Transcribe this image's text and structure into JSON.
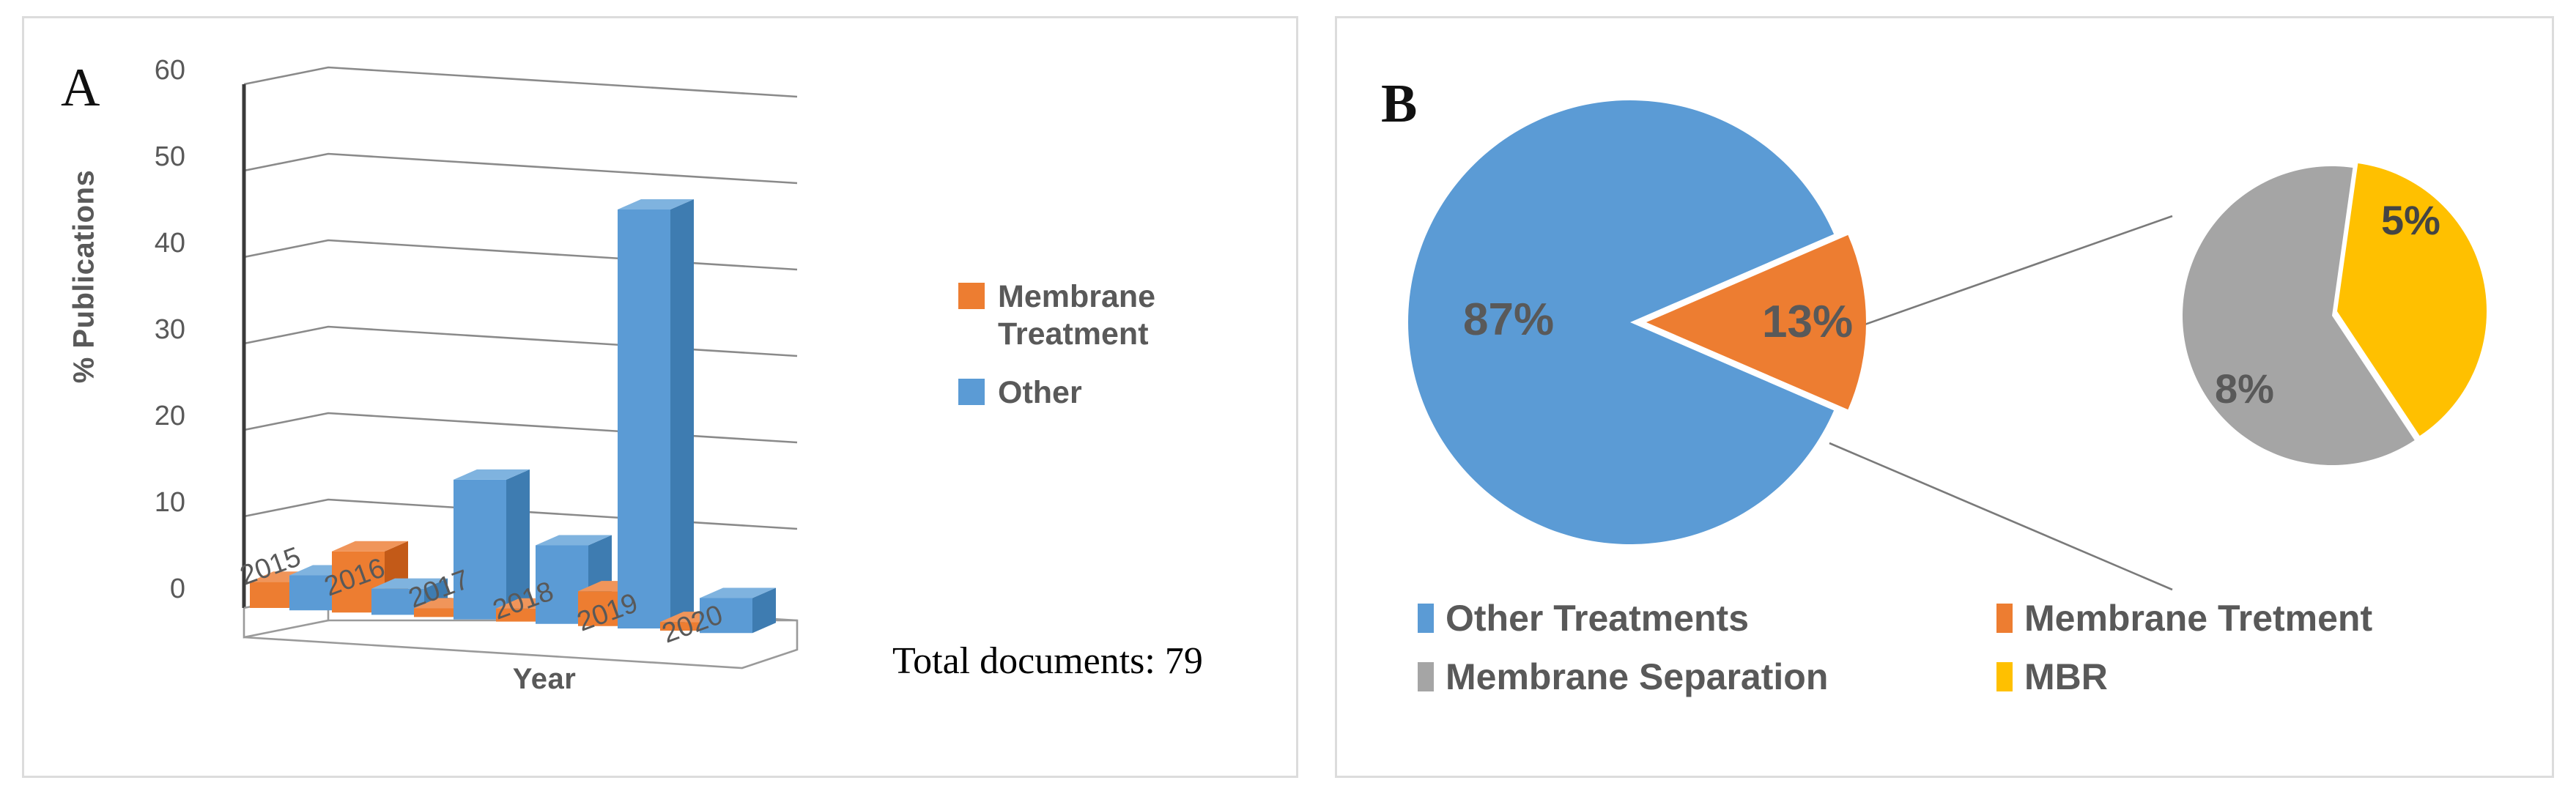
{
  "figure": {
    "panel_a_letter": "A",
    "panel_b_letter": "B",
    "total_documents_note": "Total documents: 79"
  },
  "colors": {
    "membrane_treatment": "#ED7D31",
    "membrane_treatment_dark": "#C35A18",
    "other": "#5B9BD5",
    "other_dark": "#3E7CB1",
    "membrane_separation": "#A5A5A5",
    "mbr": "#FFC000",
    "label_gray": "#595959",
    "panel_border": "#DCDCDC",
    "gridline": "#808080"
  },
  "chart_data": [
    {
      "id": "panel_a",
      "type": "bar",
      "title": "",
      "xlabel": "Year",
      "ylabel": "% Publications",
      "ylim": [
        0,
        60
      ],
      "yticks": [
        0,
        10,
        20,
        30,
        40,
        50,
        60
      ],
      "categories": [
        "2015",
        "2016",
        "2017",
        "2018",
        "2019",
        "2020"
      ],
      "grid": true,
      "three_d": true,
      "legend_position": "right",
      "series": [
        {
          "name": "Membrane Treatment",
          "color": "#ED7D31",
          "values": [
            3,
            7,
            1,
            1.5,
            4,
            1
          ]
        },
        {
          "name": "Other",
          "color": "#5B9BD5",
          "values": [
            4,
            3,
            16,
            9,
            48,
            4
          ]
        }
      ],
      "annotation": "Total documents: 79"
    },
    {
      "id": "panel_b_main",
      "type": "pie",
      "title": "",
      "labels": [
        "Other Treatments",
        "Membrane Tretment"
      ],
      "values": [
        87,
        13
      ],
      "value_labels": [
        "87%",
        "13%"
      ],
      "colors": [
        "#5B9BD5",
        "#ED7D31"
      ],
      "legend_position": "bottom",
      "note": "pie-of-pie: the 13% Membrane Tretment slice is exploded into the secondary pie"
    },
    {
      "id": "panel_b_secondary",
      "type": "pie",
      "title": "",
      "labels": [
        "MBR",
        "Membrane Separation"
      ],
      "values": [
        5,
        8
      ],
      "value_labels": [
        "5%",
        "8%"
      ],
      "colors": [
        "#FFC000",
        "#A5A5A5"
      ],
      "legend_position": "bottom"
    }
  ],
  "panel_a": {
    "ylabel": "% Publications",
    "xlabel": "Year",
    "yticks": [
      "60",
      "50",
      "40",
      "30",
      "20",
      "10",
      "0"
    ],
    "xticks": [
      "2015",
      "2016",
      "2017",
      "2018",
      "2019",
      "2020"
    ],
    "legend": [
      {
        "label": "Membrane Treatment",
        "color": "#ED7D31"
      },
      {
        "label": "Other",
        "color": "#5B9BD5"
      }
    ]
  },
  "panel_b": {
    "main_pie_labels": [
      "87%",
      "13%"
    ],
    "secondary_pie_labels": [
      "5%",
      "8%"
    ],
    "legend": [
      {
        "label": "Other Treatments",
        "color": "#5B9BD5"
      },
      {
        "label": "Membrane Tretment",
        "color": "#ED7D31"
      },
      {
        "label": "Membrane Separation",
        "color": "#A5A5A5"
      },
      {
        "label": "MBR",
        "color": "#FFC000"
      }
    ]
  }
}
